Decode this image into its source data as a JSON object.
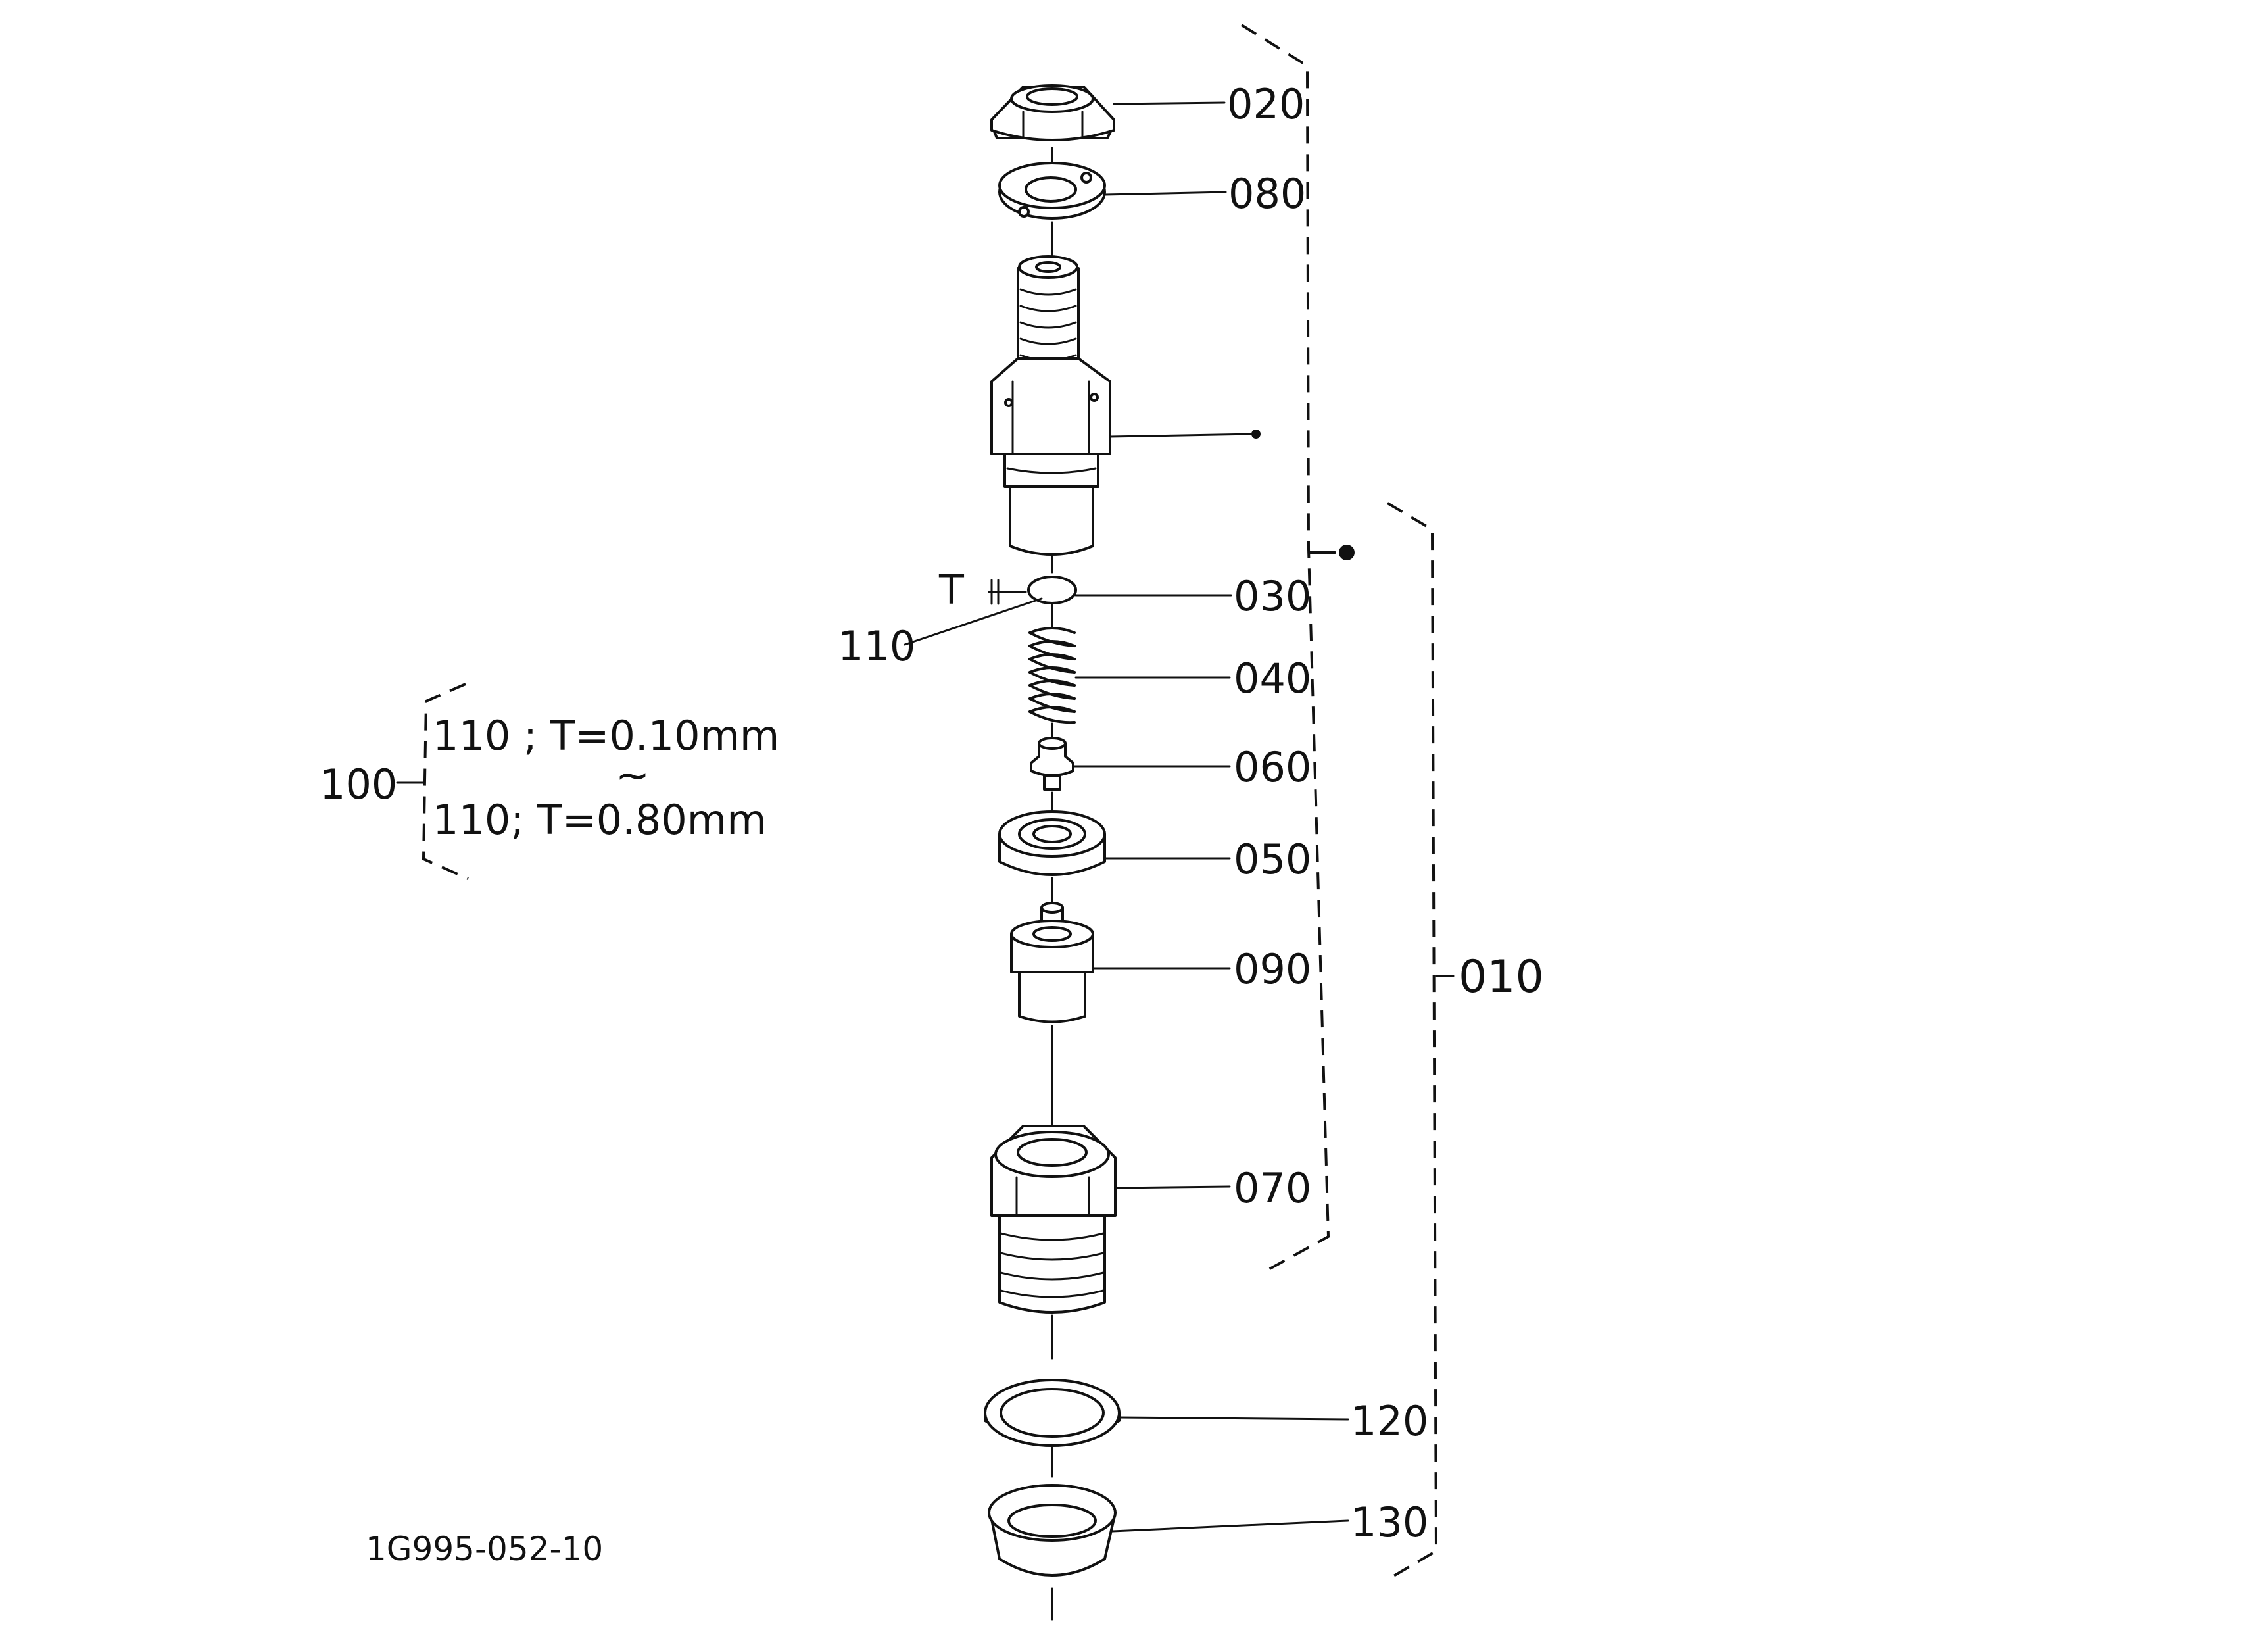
{
  "callouts": {
    "c020": "020",
    "c080": "080",
    "c030": "030",
    "c040": "040",
    "c060": "060",
    "c050": "050",
    "c090": "090",
    "c070": "070",
    "c120": "120",
    "c130": "130",
    "c110": "110",
    "c010": "010",
    "c100": "100",
    "t_marker": "T"
  },
  "shim_table": {
    "row_first": "110 ; T=0.10mm",
    "tilde": "~",
    "row_last": "110;  T=0.80mm"
  },
  "drawing_number": "1G995-052-10"
}
